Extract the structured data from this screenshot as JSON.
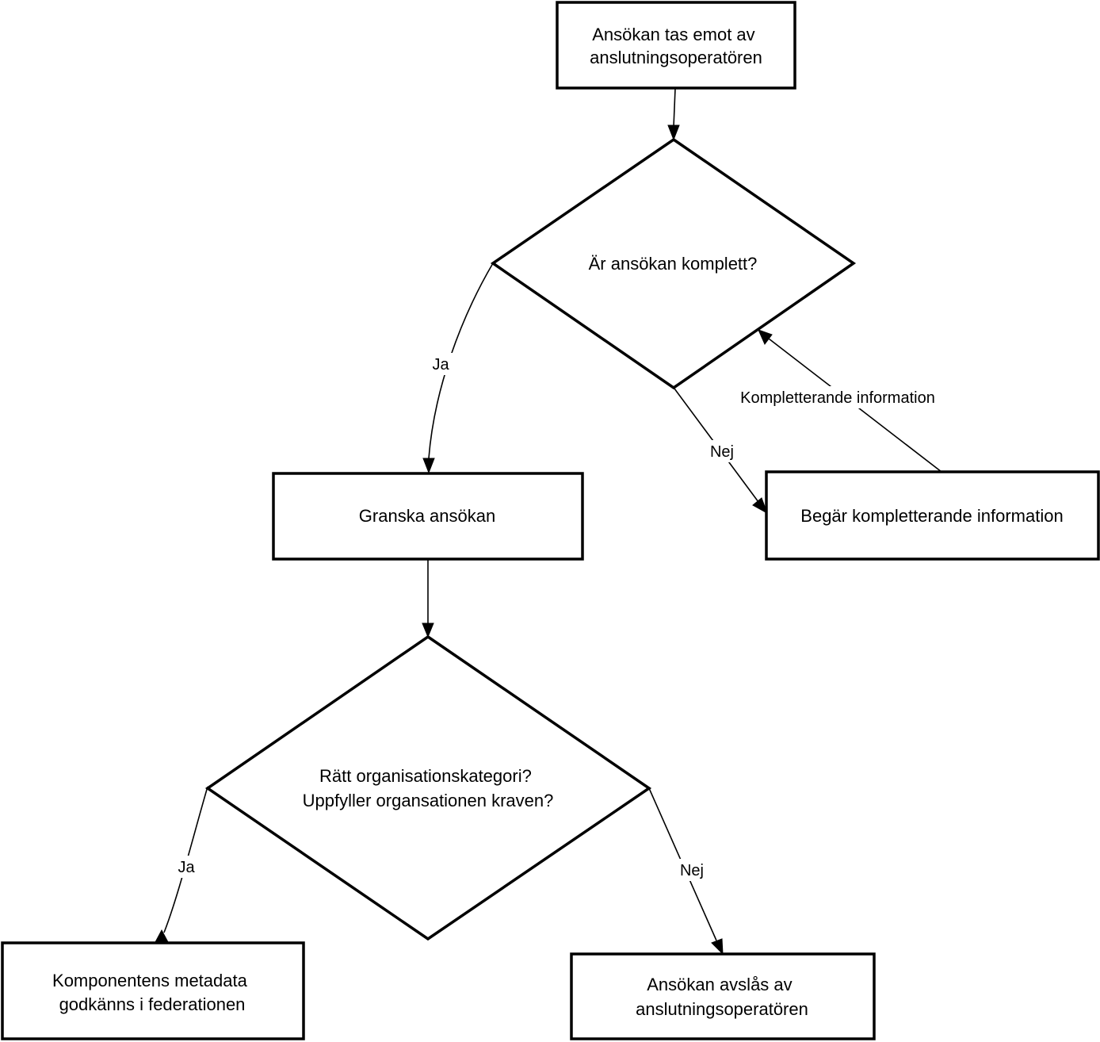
{
  "nodes": {
    "start": {
      "lines": [
        "Ansökan tas emot av",
        "anslutningsoperatören"
      ]
    },
    "complete_check": {
      "lines": [
        "Är ansökan komplett?"
      ]
    },
    "review": {
      "lines": [
        "Granska ansökan"
      ]
    },
    "request_info": {
      "lines": [
        "Begär kompletterande information"
      ]
    },
    "category_check": {
      "lines": [
        "Rätt organisationskategori?",
        "Uppfyller organsationen kraven?"
      ]
    },
    "approved": {
      "lines": [
        "Komponentens metadata",
        "godkänns i federationen"
      ]
    },
    "rejected": {
      "lines": [
        "Ansökan avslås av",
        "anslutningsoperatören"
      ]
    }
  },
  "edges": {
    "complete_yes": "Ja",
    "complete_no": "Nej",
    "supplementary": "Kompletterande information",
    "category_yes": "Ja",
    "category_no": "Nej"
  }
}
